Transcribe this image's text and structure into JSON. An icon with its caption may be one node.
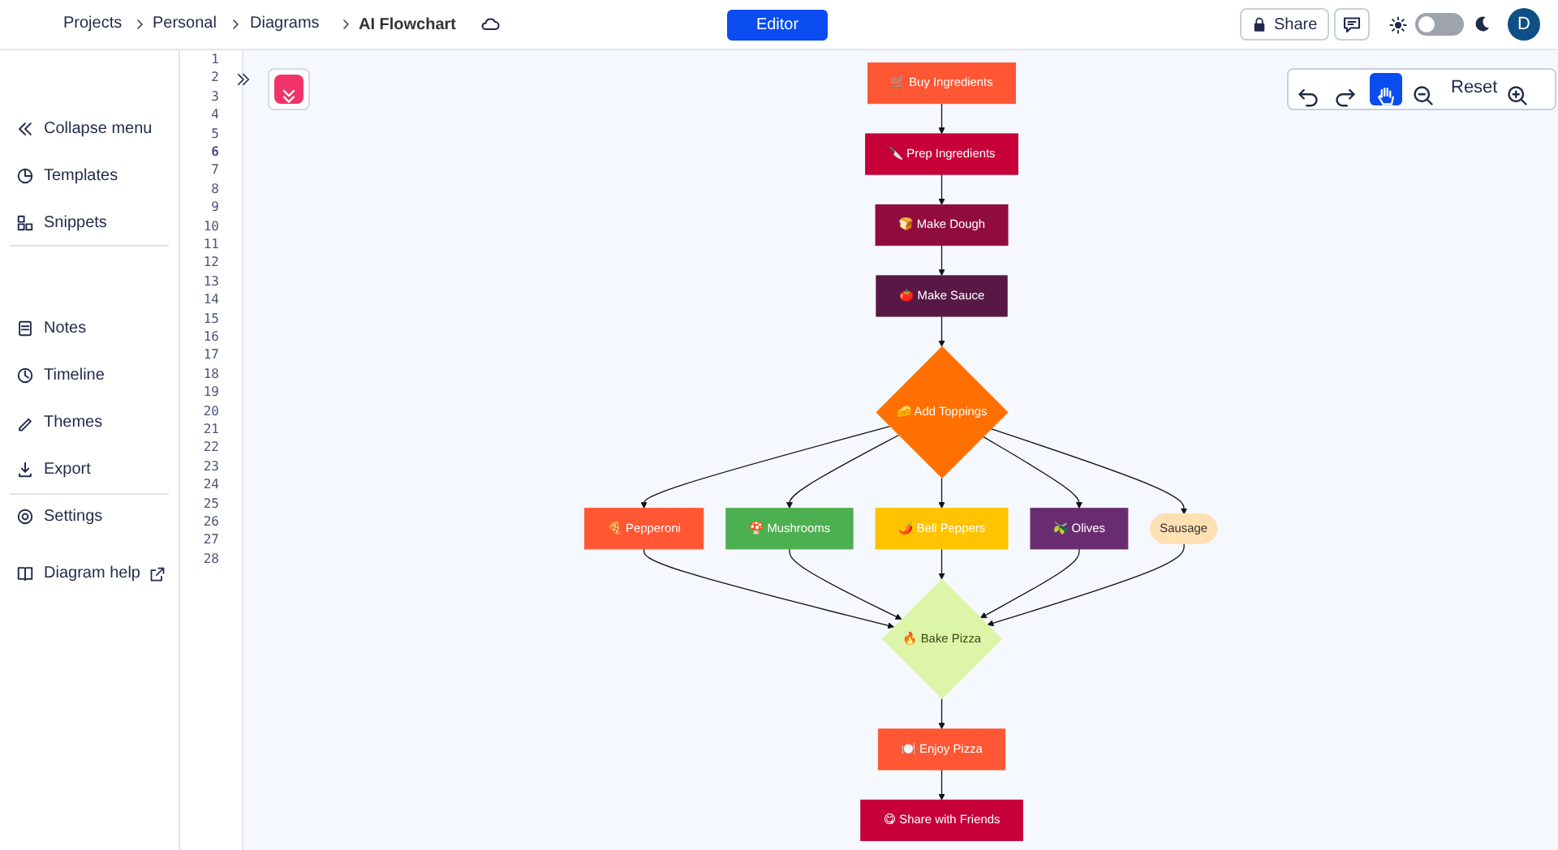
{
  "diagram": {
    "title": "AI Flowchart",
    "nodes": [
      {
        "text": [
          "🛒 Buy Ingredients"
        ]
      },
      {
        "text": [
          "🔪 Prep Ingredients"
        ]
      },
      {
        "text": [
          "🍞 Make Dough"
        ]
      },
      {
        "text": [
          "🍅 Make Sauce"
        ]
      },
      {
        "text": [
          "🧀 Add Toppings"
        ]
      },
      {
        "text": [
          "🍕 Pepperoni"
        ]
      },
      {
        "text": [
          "🍄 Mushrooms"
        ]
      },
      {
        "text": [
          "🌶️ Bell Peppers"
        ]
      },
      {
        "text": [
          "🫒 Olives"
        ]
      },
      {
        "text": [
          "Sausage"
        ]
      },
      {
        "text": [
          "🔥 Bake Pizza"
        ]
      },
      {
        "text": [
          "🍽️ Enjoy Pizza"
        ]
      },
      {
        "text": [
          "😋 Share with Friends"
        ]
      }
    ],
    "edges": [
      {
        "from": 0,
        "to": 1,
        "arrow": "to"
      },
      {
        "from": 1,
        "to": 2,
        "arrow": "to"
      },
      {
        "from": 2,
        "to": 3,
        "arrow": "to"
      },
      {
        "from": 3,
        "to": 4,
        "arrow": "to"
      },
      {
        "from": 4,
        "to": 5,
        "arrow": "to"
      },
      {
        "from": 4,
        "to": 6,
        "arrow": "to"
      },
      {
        "from": 4,
        "to": 7,
        "arrow": "to"
      },
      {
        "from": 4,
        "to": 8,
        "arrow": "to"
      },
      {
        "from": 4,
        "to": 9,
        "arrow": "to"
      },
      {
        "from": 5,
        "to": 10,
        "arrow": "to"
      },
      {
        "from": 6,
        "to": 10,
        "arrow": "to"
      },
      {
        "from": 7,
        "to": 10,
        "arrow": "to"
      },
      {
        "from": 8,
        "to": 10,
        "arrow": "to"
      },
      {
        "from": 9,
        "to": 10,
        "arrow": "to"
      },
      {
        "from": 10,
        "to": 11,
        "arrow": "to"
      },
      {
        "from": 11,
        "to": 12,
        "arrow": "to"
      }
    ],
    "labels": [
      "Projects",
      "Personal",
      "Diagrams",
      "Editor",
      "Share",
      "D",
      "Collapse menu",
      "Templates",
      "Snippets",
      "Notes",
      "Timeline",
      "Themes",
      "Export",
      "Settings",
      "Diagram help",
      "Reset",
      "1",
      "2",
      "3",
      "4",
      "5",
      "6",
      "7",
      "8",
      "9",
      "10",
      "11",
      "12",
      "13",
      "14",
      "15",
      "16",
      "17",
      "18",
      "19",
      "20",
      "21",
      "22",
      "23",
      "24",
      "25",
      "26",
      "27",
      "28"
    ]
  }
}
